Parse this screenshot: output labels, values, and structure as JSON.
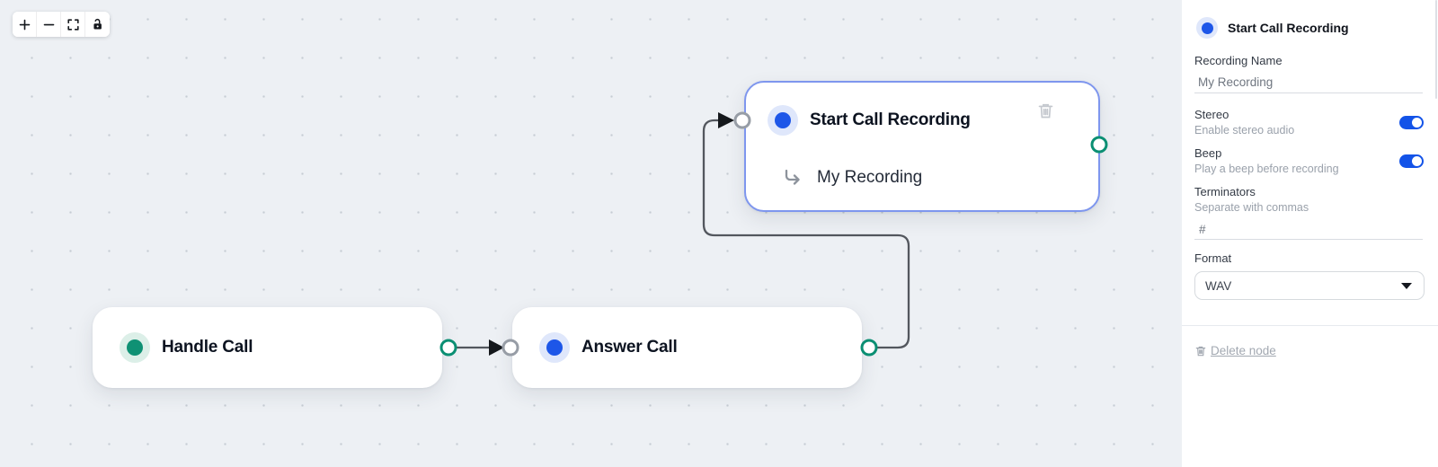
{
  "toolbar": {
    "buttons": [
      {
        "name": "zoom-in"
      },
      {
        "name": "zoom-out"
      },
      {
        "name": "fit-view"
      },
      {
        "name": "lock-interactivity"
      }
    ]
  },
  "nodes": {
    "handle_call": {
      "title": "Handle Call"
    },
    "answer_call": {
      "title": "Answer Call"
    },
    "start_call_recording": {
      "title": "Start Call Recording",
      "sub_label": "My Recording",
      "selected": true
    }
  },
  "panel": {
    "title": "Start Call Recording",
    "recording_name": {
      "label": "Recording Name",
      "value": "My Recording"
    },
    "stereo": {
      "label": "Stereo",
      "hint": "Enable stereo audio",
      "state": "on"
    },
    "beep": {
      "label": "Beep",
      "hint": "Play a beep before recording",
      "state": "on"
    },
    "terminators": {
      "label": "Terminators",
      "hint": "Separate with commas",
      "value": "#"
    },
    "format": {
      "label": "Format",
      "value": "WAV"
    },
    "delete_label": "Delete node"
  },
  "colors": {
    "accent_blue": "#1d56e8",
    "accent_teal": "#0f9174",
    "toggle_on": "#1353e8",
    "selected_border": "#7e96ee",
    "canvas_bg": "#edf0f4",
    "edge": "#53575e"
  }
}
